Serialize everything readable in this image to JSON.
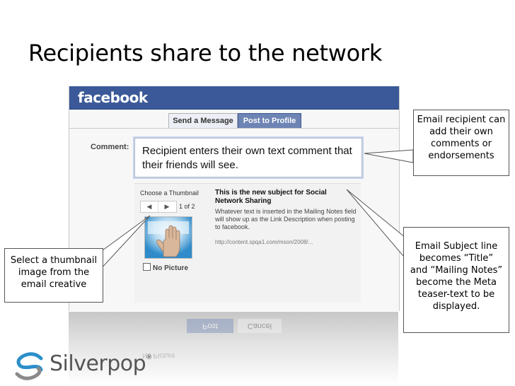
{
  "slide": {
    "title": "Recipients share to the network"
  },
  "facebook": {
    "logo": "facebook",
    "tabs": [
      {
        "label": "Send a Message",
        "active": false
      },
      {
        "label": "Post to Profile",
        "active": true
      }
    ],
    "comment_label": "Comment:",
    "comment_text": "Recipient enters their own text comment that their friends will see.",
    "choose_thumbnail_label": "Choose a Thumbnail",
    "pager": {
      "prev": "◀",
      "next": "▶",
      "count": "1 of 2"
    },
    "link": {
      "title": "This is the new subject for Social Network Sharing",
      "description": "Whatever text is inserted in the Mailing Notes field will show up as the Link Description when posting to facebook.",
      "url": "http://content.spqa1.com/mson/2008/..."
    },
    "no_picture_label": "No Picture",
    "post_button": "Post",
    "cancel_button": "Cancel",
    "colors": {
      "header": "#3b5998",
      "active_tab": "#6d84b4"
    }
  },
  "callouts": {
    "comment": [
      "Email recipient can",
      "add their own",
      "comments or",
      "endorsements"
    ],
    "subject": [
      "Email Subject line",
      "becomes “Title”",
      "and “Mailing Notes”",
      "become the Meta",
      "teaser-text to be",
      "displayed."
    ],
    "thumbnail": [
      "Select a thumbnail",
      "image from the",
      "email creative"
    ]
  },
  "brand": {
    "name": "Silverpop",
    "mark": "®",
    "icon": "silverpop-swirl-icon"
  }
}
